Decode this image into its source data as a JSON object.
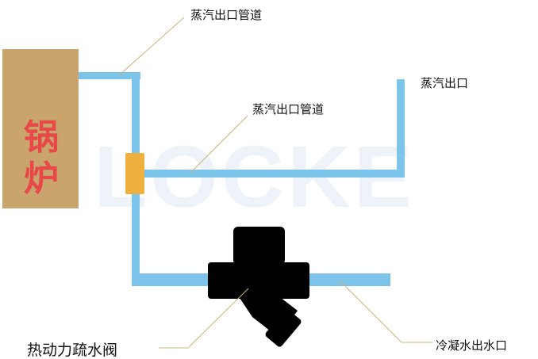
{
  "boiler": {
    "label": "锅炉",
    "color": "#c9a46c",
    "text_color": "#e84848"
  },
  "watermark": "LOCKE",
  "labels": {
    "steam_pipe_top": "蒸汽出口管道",
    "steam_pipe_mid": "蒸汽出口管道",
    "steam_outlet": "蒸汽出口",
    "trap": "热动力疏水阀",
    "condensate_outlet": "冷凝水出水口"
  },
  "colors": {
    "pipe": "#7cc4ea",
    "fitting": "#f0b040",
    "valve": "#000000",
    "leader": "#c8b47a"
  }
}
